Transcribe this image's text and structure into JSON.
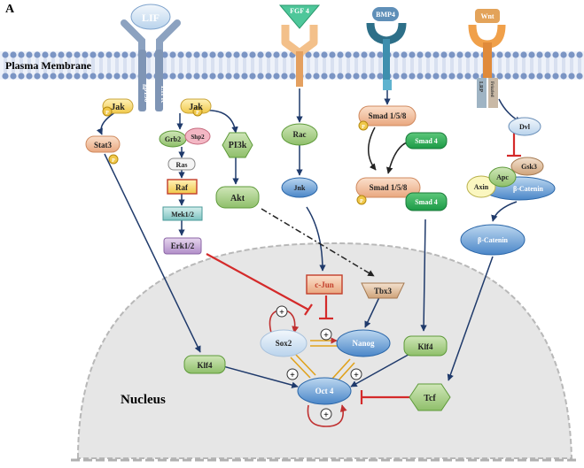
{
  "panel_label": "A",
  "membrane_label": "Plasma Membrane",
  "nucleus_label": "Nucleus",
  "receptors": {
    "lif": "LIF",
    "fgf4": "FGF 4",
    "bmp4": "BMP4",
    "wnt": "Wnt",
    "gp130": "gp130",
    "lifr": "LIFR",
    "lrp": "LRP",
    "frizzled": "Frizzled"
  },
  "nodes": {
    "jak_left": "Jak",
    "jak_right": "Jak",
    "p": "P",
    "stat3": "Stat3",
    "grb2": "Grb2",
    "shp2": "Shp2",
    "ras": "Ras",
    "raf": "Raf",
    "mek": "Mek1/2",
    "erk": "Erk1/2",
    "pi3k": "PI3k",
    "akt": "Akt",
    "rac": "Rac",
    "jnk": "Jnk",
    "smad158_top": "Smad 1/5/8",
    "smad4_top": "Smad 4",
    "smad158_bottom": "Smad 1/5/8",
    "smad4_bottom": "Smad 4",
    "dvl": "Dvl",
    "gsk3": "Gsk3",
    "apc": "Apc",
    "axin": "Axin",
    "bcatenin_complex": "β-Catenin",
    "bcatenin": "β-Catenin",
    "cjun": "c-Jun",
    "tbx3": "Tbx3",
    "sox2": "Sox2",
    "nanog": "Nanog",
    "klf4_right": "Klf4",
    "klf4_left": "Klf4",
    "oct4": "Oct 4",
    "tcf": "Tcf",
    "plus": "+"
  },
  "colors": {
    "activation": "#1f3a6b",
    "inhibition": "#d42a2a",
    "binding": "#e0a21c",
    "nucleus_fill": "#e4e4e4"
  }
}
